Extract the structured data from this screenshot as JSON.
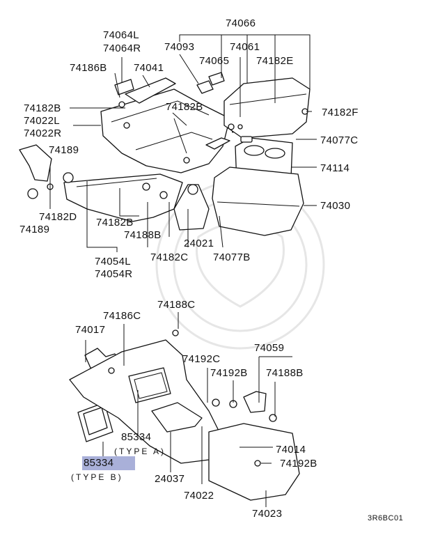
{
  "labels": {
    "p74066": "74066",
    "p74064l": "74064L",
    "p74064r": "74064R",
    "p74093": "74093",
    "p74061": "74061",
    "p74065": "74065",
    "p74186b": "74186B",
    "p74041": "74041",
    "p74182e": "74182E",
    "p74182b_a": "74182B",
    "p74182b_b": "74182B",
    "p74182f": "74182F",
    "p74022l": "74022L",
    "p74022r": "74022R",
    "p74077c": "74077C",
    "p74189_a": "74189",
    "p74114": "74114",
    "p74030": "74030",
    "p74182d": "74182D",
    "p74189_b": "74189",
    "p74182b_c": "74182B",
    "p74188b_a": "74188B",
    "p24021": "24021",
    "p74182c": "74182C",
    "p74077b": "74077B",
    "p74054l": "74054L",
    "p74054r": "74054R",
    "p74188c": "74188C",
    "p74186c": "74186C",
    "p74017": "74017",
    "p74059": "74059",
    "p74192c": "74192C",
    "p74192b_a": "74192B",
    "p74188b_b": "74188B",
    "p85334_a": "85334",
    "type_a": "(TYPE A)",
    "p74014": "74014",
    "p85334_b": "85334",
    "type_b": "(TYPE B)",
    "p74192b_b": "74192B",
    "p24037": "24037",
    "p74022": "74022",
    "p74023": "74023",
    "diagram_code": "3R6BC01"
  },
  "highlight_color": "#a9b0d9"
}
